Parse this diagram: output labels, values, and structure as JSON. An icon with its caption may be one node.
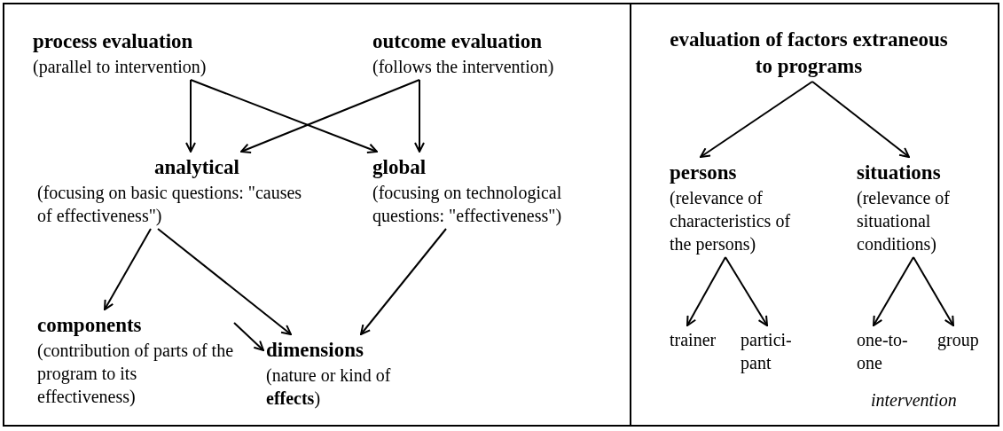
{
  "diagram": {
    "nodes": [
      {
        "text": [],
        "shape": "box"
      },
      {
        "text": [
          "process evaluation",
          "(parallel to intervention)"
        ],
        "in": 0
      },
      {
        "text": [
          "outcome evaluation",
          "(follows the intervention)"
        ],
        "in": 0
      },
      {
        "text": [
          "analytical",
          "(focusing on basic questions: \"causes of effectiveness\")"
        ],
        "in": 0
      },
      {
        "text": [
          "global",
          "(focusing on technological questions: \"effectiveness\")"
        ],
        "in": 0
      },
      {
        "text": [
          "components",
          "(contribution of parts of the program to its effectiveness)"
        ],
        "in": 0
      },
      {
        "text": [
          "dimensions",
          "(nature or kind of **effects**)"
        ],
        "in": 0
      },
      {
        "text": [],
        "shape": "box"
      },
      {
        "text": [
          "evaluation of factors extraneous to programs"
        ],
        "in": 7
      },
      {
        "text": [
          "persons",
          "(relevance of characteristics of the persons)"
        ],
        "in": 7
      },
      {
        "text": [
          "situations",
          "(relevance of situational conditions)"
        ],
        "in": 7
      },
      {
        "text": [
          "trainer"
        ],
        "in": 7
      },
      {
        "text": [
          "partici- pant"
        ],
        "in": 7
      },
      {
        "text": [
          "one-to- one"
        ],
        "in": 7
      },
      {
        "text": [
          "group"
        ],
        "in": 7
      }
    ],
    "edges": [
      {
        "from": 1,
        "to": 3,
        "arrow": "to"
      },
      {
        "from": 1,
        "to": 4,
        "arrow": "to"
      },
      {
        "from": 2,
        "to": 3,
        "arrow": "to"
      },
      {
        "from": 2,
        "to": 4,
        "arrow": "to"
      },
      {
        "from": 3,
        "to": 5,
        "arrow": "to"
      },
      {
        "from": 3,
        "to": 6,
        "arrow": "to"
      },
      {
        "from": 4,
        "to": 6,
        "arrow": "to"
      },
      {
        "from": 5,
        "to": 6,
        "arrow": "to"
      },
      {
        "from": 8,
        "to": 9,
        "arrow": "to"
      },
      {
        "from": 8,
        "to": 10,
        "arrow": "to"
      },
      {
        "from": 9,
        "to": 11,
        "arrow": "to"
      },
      {
        "from": 9,
        "to": 12,
        "arrow": "to"
      },
      {
        "from": 10,
        "to": 13,
        "arrow": "to"
      },
      {
        "from": 10,
        "to": 14,
        "arrow": "to"
      }
    ],
    "labels": [
      "intervention"
    ]
  }
}
